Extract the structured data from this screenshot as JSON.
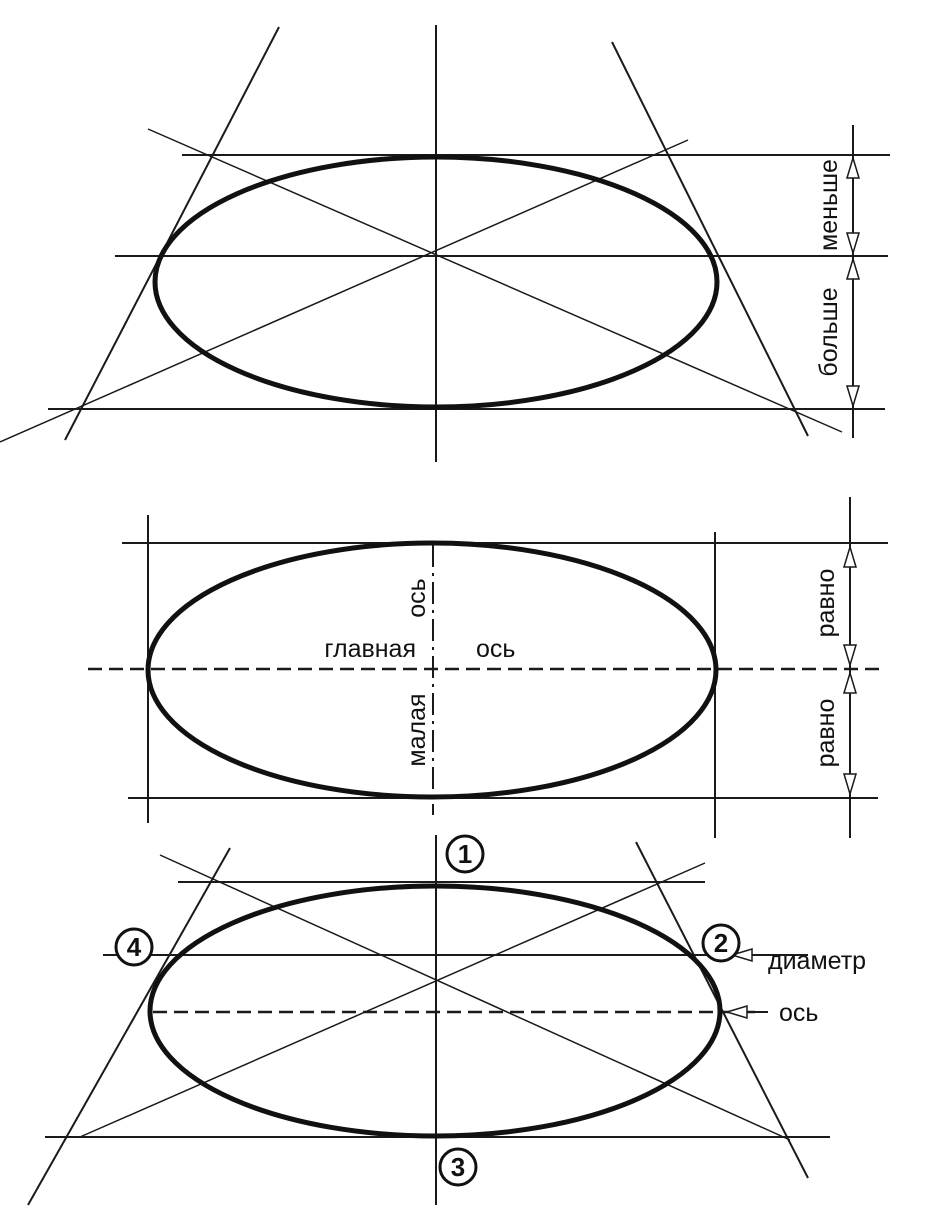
{
  "labels": {
    "smaller": "меньше",
    "bigger": "больше",
    "equal_top": "равно",
    "equal_bottom": "равно",
    "major_axis_word1": "главная",
    "major_axis_word2": "ось",
    "minor_axis_word1": "малая",
    "minor_axis_word2": "ось",
    "diameter": "диаметр",
    "axis": "ось"
  },
  "points": {
    "p1": "1",
    "p2": "2",
    "p3": "3",
    "p4": "4"
  },
  "colors": {
    "ink": "#111111",
    "paper": "#ffffff"
  }
}
